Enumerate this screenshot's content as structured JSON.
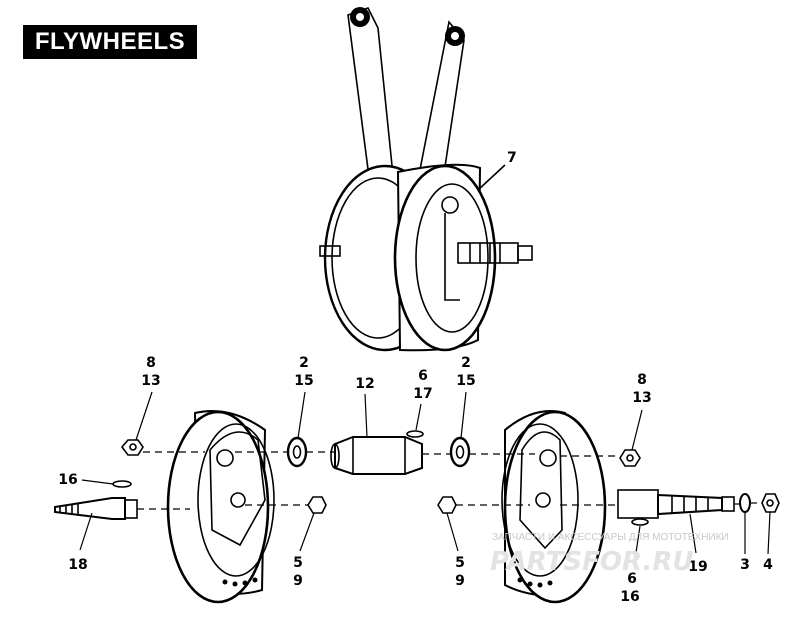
{
  "title": "FLYWHEELS",
  "callouts": {
    "c7": "7",
    "c8_13_left": [
      "8",
      "13"
    ],
    "c2_15_left": [
      "2",
      "15"
    ],
    "c12": "12",
    "c6_17": [
      "6",
      "17"
    ],
    "c2_15_right": [
      "2",
      "15"
    ],
    "c8_13_right": [
      "8",
      "13"
    ],
    "c16": "16",
    "c18": "18",
    "c5_9_left": [
      "5",
      "9"
    ],
    "c5_9_right": [
      "5",
      "9"
    ],
    "c19": "19",
    "c6_16": [
      "6",
      "16"
    ],
    "c3": "3",
    "c4": "4"
  },
  "watermark": {
    "line1": "ЗАПЧАСТИ И АКСЕССУАРЫ ДЛЯ МОТОТЕХНИКИ",
    "line2": "PARTSFOR.RU"
  }
}
